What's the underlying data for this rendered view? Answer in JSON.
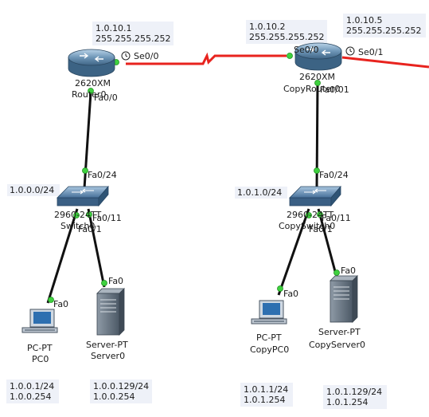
{
  "colors": {
    "serial_link": "#e8231e",
    "ethernet_link": "#111111",
    "link_up_dot": "#3fd13f",
    "note_background": "#eef1f8"
  },
  "notes": {
    "r1_se0": [
      "1.0.10.1",
      "255.255.255.252"
    ],
    "r2_se0": [
      "1.0.10.2",
      "255.255.255.252"
    ],
    "r2_se1": [
      "1.0.10.5",
      "255.255.255.252"
    ],
    "lan1": "1.0.0.0/24",
    "lan2": "1.0.1.0/24",
    "pc0_ip": [
      "1.0.0.1/24",
      "1.0.0.254"
    ],
    "server0_ip": [
      "1.0.0.129/24",
      "1.0.0.254"
    ],
    "copypc0_ip": [
      "1.0.1.1/24",
      "1.0.1.254"
    ],
    "copyserver0_ip": [
      "1.0.1.129/24",
      "1.0.1.254"
    ]
  },
  "devices": {
    "router0": {
      "model": "2620XM",
      "name": "Router0",
      "icon": "router-icon"
    },
    "router1": {
      "model": "2620XM",
      "name": "CopyRouter0",
      "icon": "router-icon"
    },
    "switch0": {
      "model": "2960-24TT",
      "name": "Switch0",
      "icon": "switch-icon"
    },
    "switch1": {
      "model": "2960-24TT",
      "name": "CopySwitch0",
      "icon": "switch-icon"
    },
    "pc0": {
      "model": "PC-PT",
      "name": "PC0",
      "icon": "pc-icon"
    },
    "server0": {
      "model": "Server-PT",
      "name": "Server0",
      "icon": "server-icon"
    },
    "pc1": {
      "model": "PC-PT",
      "name": "CopyPC0",
      "icon": "pc-icon"
    },
    "server1": {
      "model": "Server-PT",
      "name": "CopyServer0",
      "icon": "server-icon"
    }
  },
  "ports": {
    "r0_se": "Se0/0",
    "r0_fa": "Fa0/0",
    "r1_se0": "Se0/0",
    "r1_se1": "Se0/1",
    "r1_fa": "Fa0/01",
    "sw0_up": "Fa0/24",
    "sw0_a": "Fa0/11",
    "sw0_b": "Fa0/1",
    "sw1_up": "Fa0/24",
    "sw1_a": "Fa0/11",
    "sw1_b": "Fa0/1",
    "pc0": "Fa0",
    "server0": "Fa0",
    "pc1": "Fa0",
    "server1": "Fa0"
  }
}
